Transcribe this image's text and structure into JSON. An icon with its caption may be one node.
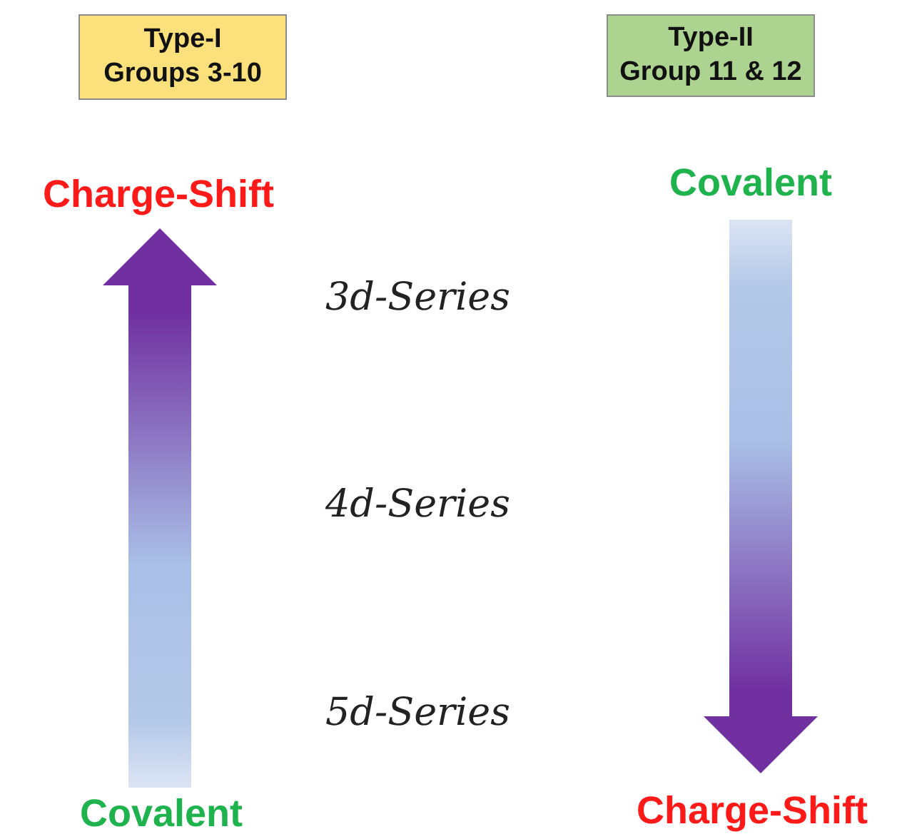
{
  "diagram": {
    "nodes": [
      {
        "text": [
          "Type-I",
          "Groups 3-10"
        ]
      },
      {
        "text": [
          "Type-II",
          "Group 11 & 12"
        ]
      },
      {
        "text": [
          "Charge-Shift"
        ]
      },
      {
        "text": [
          "Covalent"
        ]
      },
      {
        "text": [
          "Covalent"
        ]
      },
      {
        "text": [
          "Charge-Shift"
        ]
      }
    ],
    "edges": [
      {
        "from": 3,
        "to": 2,
        "arrow": "to",
        "style": "thick"
      },
      {
        "from": 4,
        "to": 5,
        "arrow": "to",
        "style": "thick"
      }
    ],
    "labels": [
      "3d-Series",
      "4d-Series",
      "5d-Series"
    ]
  }
}
